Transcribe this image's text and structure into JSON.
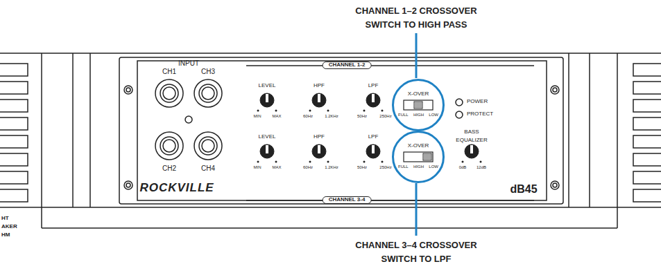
{
  "diagram": {
    "nodes": [
      {
        "text": [
          "X-OVER",
          "FULL",
          "HIGH",
          "LOW"
        ]
      },
      {
        "text": [
          "X-OVER",
          "FULL",
          "HIGH",
          "LOW"
        ]
      }
    ],
    "labels": [
      "CHANNEL 1–2 CROSSOVER SWITCH TO HIGH PASS",
      "INPUT",
      "CH1",
      "CH3",
      "CH2",
      "CH4",
      "CHANNEL 1-2",
      "LEVEL",
      "MIN",
      "MAX",
      "HPF",
      "60Hz",
      "1.2KHz",
      "LPF",
      "50Hz",
      "250Hz",
      "POWER",
      "PROTECT",
      "LEVEL",
      "MIN",
      "MAX",
      "HPF",
      "60Hz",
      "1.2KHz",
      "LPF",
      "50Hz",
      "250Hz",
      "BASS EQUALIZER",
      "0dB",
      "12dB",
      "ROCKVILLE",
      "CHANNEL 3-4",
      "dB45",
      "CHANNEL 3–4 CROSSOVER SWITCH TO LPF",
      "HT",
      "AKER",
      "HM"
    ]
  }
}
